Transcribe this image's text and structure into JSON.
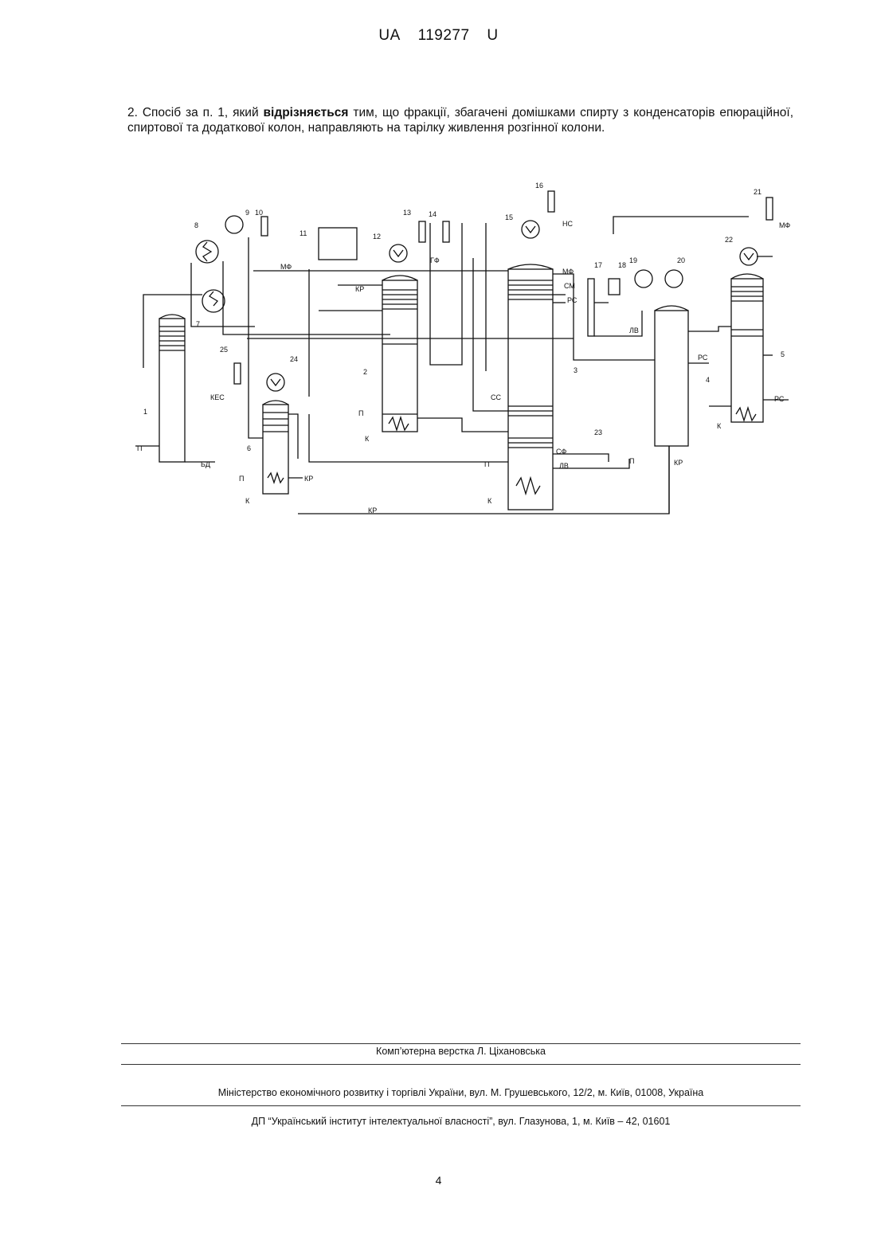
{
  "header": {
    "country": "UA",
    "number": "119277",
    "kind": "U"
  },
  "claim": {
    "before_bold": "2. Спосіб за п. 1, який ",
    "bold": "відрізняється",
    "after_bold": " тим, що фракції, збагачені домішками спирту з конденсаторів епюраційної, спиртової та додаткової колон, направляють на тарілку живлення розгінної колони."
  },
  "figure": {
    "numbers": [
      "1",
      "2",
      "3",
      "4",
      "5",
      "6",
      "7",
      "8",
      "9",
      "10",
      "11",
      "12",
      "13",
      "14",
      "15",
      "16",
      "17",
      "18",
      "19",
      "20",
      "21",
      "22",
      "23",
      "24",
      "25"
    ],
    "label_P": "П",
    "label_BD": "БД",
    "label_K": "К",
    "label_KR": "КР",
    "label_KES": "КЕС",
    "label_MF": "МФ",
    "label_GF": "ГФ",
    "label_NS": "НС",
    "label_RS": "РС",
    "label_SM": "СМ",
    "label_SS": "СС",
    "label_SF": "СФ",
    "label_LV": "ЛВ"
  },
  "footer": {
    "layout": "Комп’ютерна верстка Л. Ціхановська",
    "ministry": "Міністерство економічного розвитку і торгівлі України, вул. М. Грушевського, 12/2, м. Київ, 01008, Україна",
    "institute": "ДП “Український інститут інтелектуальної власності”, вул. Глазунова, 1, м. Київ – 42, 01601"
  },
  "page_number": "4"
}
